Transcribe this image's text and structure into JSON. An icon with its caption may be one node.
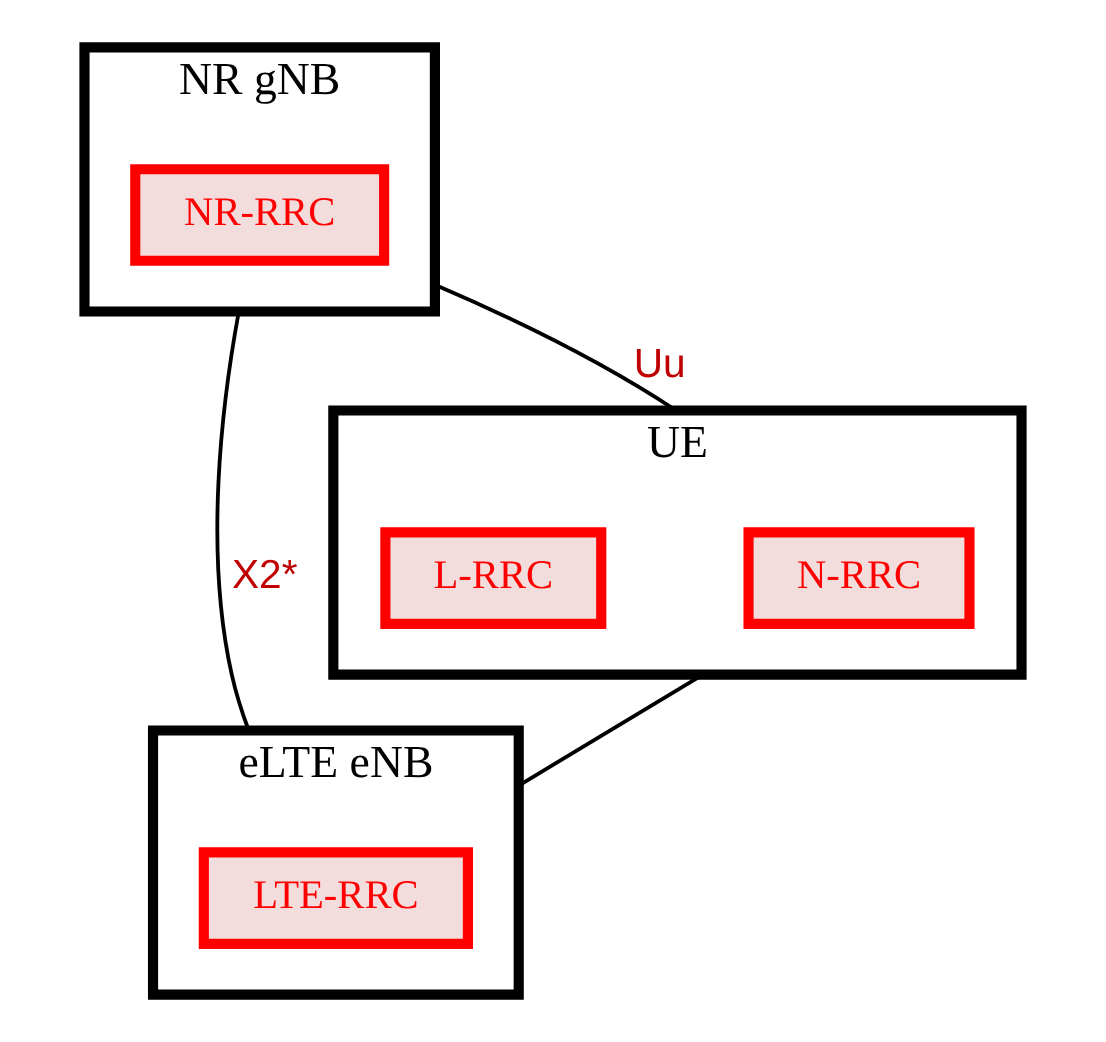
{
  "diagram": {
    "nodes": [
      {
        "text": [
          "NR gNB"
        ]
      },
      {
        "text": [
          "NR-RRC"
        ],
        "in": 0
      },
      {
        "text": [
          "eLTE eNB"
        ]
      },
      {
        "text": [
          "LTE-RRC"
        ],
        "in": 2
      },
      {
        "text": [
          "UE"
        ]
      },
      {
        "text": [
          "N-RRC"
        ],
        "in": 4
      },
      {
        "text": [
          "L-RRC"
        ],
        "in": 4
      }
    ],
    "edges": [
      {
        "from": 0,
        "to": 2,
        "arrow": "none",
        "label": "X2*"
      },
      {
        "from": 0,
        "to": 4,
        "arrow": "none",
        "label": "Uu"
      },
      {
        "from": 4,
        "to": 2,
        "arrow": "none"
      }
    ]
  }
}
